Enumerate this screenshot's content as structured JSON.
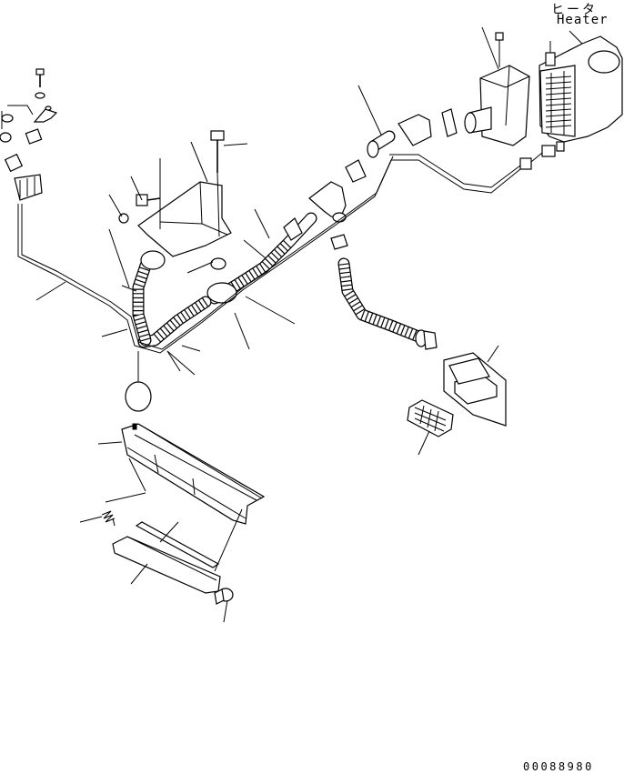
{
  "labels": {
    "heater_jp": "ヒータ",
    "heater_en": "Heater",
    "drawing_code": "00088980"
  },
  "colors": {
    "ink": "#000000",
    "paper": "#ffffff"
  }
}
